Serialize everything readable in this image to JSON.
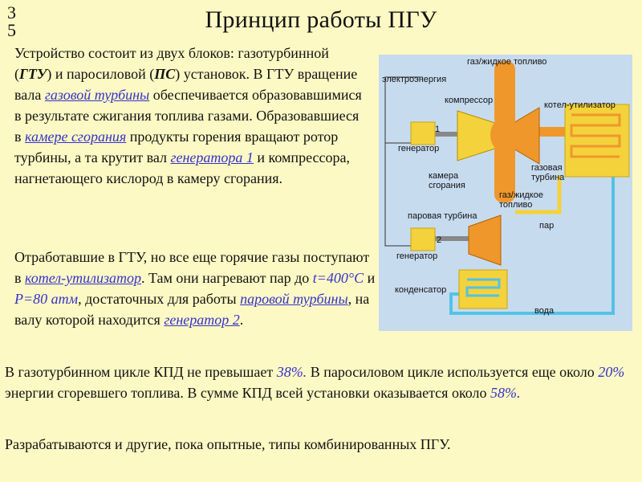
{
  "slide": {
    "number": "35",
    "title": "Принцип работы ПГУ"
  },
  "paragraph1": {
    "t1": "Устройство состоит из двух блоков: газотурбинной (",
    "gtu": "ГТУ",
    "t2": ") и паросиловой (",
    "ps": "ПС",
    "t3": ") установок. В ГТУ вращение вала ",
    "link_gas_turbine": "газовой турбины",
    "t4": " обеспечивается образовавшимися в результате сжигания топлива газами. Образовавшиеся в ",
    "link_combustion": "камере сгорания",
    "t5": " продукты горения вращают ротор турбины, а та крутит вал ",
    "link_generator1": "генератора 1",
    "t6": " и компрессора, нагнетающего кислород в камеру сгорания."
  },
  "paragraph2": {
    "t1": "Отработавшие в ГТУ, но все еще горячие газы поступают в ",
    "link_boiler": "котел-утилизатор",
    "t2": ". Там они нагревают пар до ",
    "temp": "t=400°C",
    "t3": " и ",
    "pressure": "P=80 атм",
    "t4": ", достаточных для работы ",
    "link_steam_turbine": "паровой турбины",
    "t5": ", на валу которой находится ",
    "link_generator2": "генератор 2",
    "t6": "."
  },
  "paragraph3": {
    "t1": "В газотурбинном цикле КПД не превышает ",
    "v1": "38%.",
    "t2": " В паросиловом цикле используется еще около ",
    "v2": "20%",
    "t3": " энергии сгоревшего топлива. В сумме КПД всей установки оказывается около ",
    "v3": "58%."
  },
  "paragraph4": "Разрабатываются и другие, пока опытные, типы комбинированных ПГУ.",
  "diagram": {
    "labels": {
      "fuel_top": "газ/жидкое топливо",
      "electricity": "электроэнергия",
      "compressor": "компрессор",
      "boiler": "котел-утилизатор",
      "generator1": "генератор",
      "chamber_line1": "камера",
      "chamber_line2": "сгорания",
      "gas_turbine_line1": "газовая",
      "gas_turbine_line2": "турбина",
      "fuel_bottom_line1": "газ/жидкое",
      "fuel_bottom_line2": "топливо",
      "steam_turbine": "паровая турбина",
      "steam": "пар",
      "generator2": "генератор",
      "condenser": "конденсатор",
      "water": "вода",
      "num1": "1",
      "num2": "2"
    },
    "colors": {
      "background": "#c7dbef",
      "orange": "#f0972b",
      "yellow": "#f3d23b",
      "cyan": "#52c3e6"
    }
  }
}
